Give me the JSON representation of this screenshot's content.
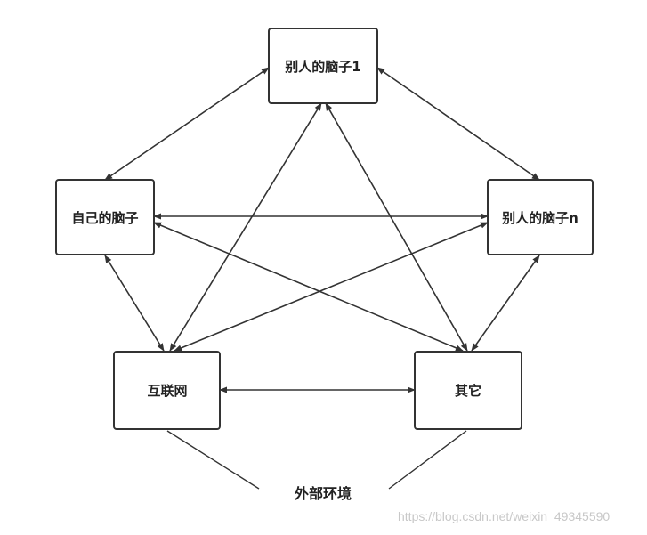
{
  "nodes": {
    "others_brain_1": "别人的脑子1",
    "own_brain": "自己的脑子",
    "others_brain_n": "别人的脑子n",
    "internet": "互联网",
    "other": "其它"
  },
  "external_environment_label": "外部环境",
  "watermark": "https://blog.csdn.net/weixin_49345590",
  "edges": [
    {
      "from": "others_brain_1",
      "to": "own_brain",
      "bidirectional": true
    },
    {
      "from": "others_brain_1",
      "to": "others_brain_n",
      "bidirectional": true
    },
    {
      "from": "others_brain_1",
      "to": "internet",
      "bidirectional": true
    },
    {
      "from": "others_brain_1",
      "to": "other",
      "bidirectional": true
    },
    {
      "from": "own_brain",
      "to": "others_brain_n",
      "bidirectional": true
    },
    {
      "from": "own_brain",
      "to": "internet",
      "bidirectional": true
    },
    {
      "from": "own_brain",
      "to": "other",
      "bidirectional": true
    },
    {
      "from": "others_brain_n",
      "to": "internet",
      "bidirectional": true
    },
    {
      "from": "others_brain_n",
      "to": "other",
      "bidirectional": true
    },
    {
      "from": "internet",
      "to": "other",
      "bidirectional": true
    }
  ],
  "colors": {
    "stroke": "#333333",
    "text": "#222222",
    "watermark": "#c8c8c8"
  }
}
